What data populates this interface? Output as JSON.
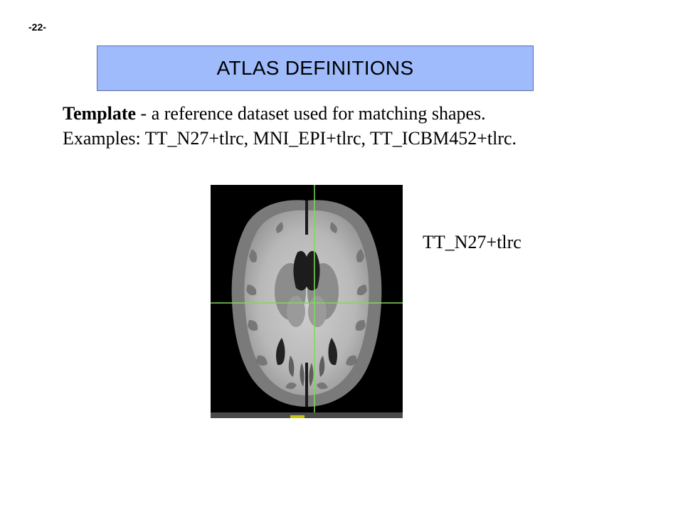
{
  "page_number": "-22-",
  "title": "ATLAS DEFINITIONS",
  "definition": {
    "term": "Template",
    "separator": " - ",
    "text": "a reference dataset used for matching shapes.",
    "examples_line": "Examples: TT_N27+tlrc, MNI_EPI+tlrc, TT_ICBM452+tlrc."
  },
  "figure": {
    "caption": "TT_N27+tlrc",
    "crosshair_color": "#7ed957",
    "background_color": "#000000"
  }
}
